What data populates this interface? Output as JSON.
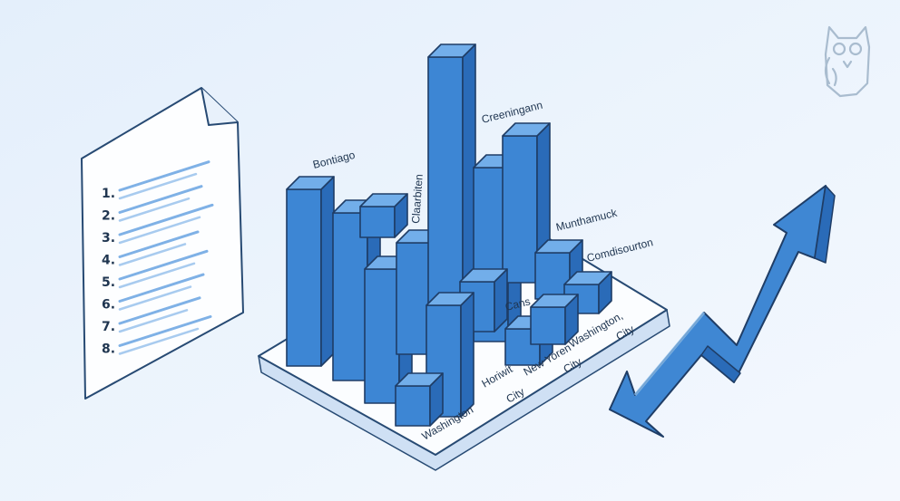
{
  "document": {
    "list_numbers": [
      "1.",
      "2.",
      "3.",
      "4.",
      "5.",
      "6.",
      "7.",
      "8."
    ]
  },
  "chart_labels": {
    "bontiago": "Bontiago",
    "claarbiten": "Claarbiten",
    "creeningann": "Creeningann",
    "munthamuck": "Munthamuck",
    "comdisourton": "Comdisourton",
    "cans": "Cans",
    "washington": "Washington",
    "horiwit": "Horiwit",
    "city_1": "City",
    "new_yoren": "New Yoren",
    "city_2": "City",
    "washington_city": "Washington,",
    "city_3": "City"
  },
  "icons": {
    "logo": "owl-icon",
    "trend": "zigzag-trend-arrow-icon",
    "doc": "document-list-icon"
  },
  "colors": {
    "background": "#eaf3fd",
    "bar_front": "#3d86d4",
    "bar_side": "#2a6bb8",
    "bar_top": "#72aeea",
    "outline": "#1f3d66"
  }
}
